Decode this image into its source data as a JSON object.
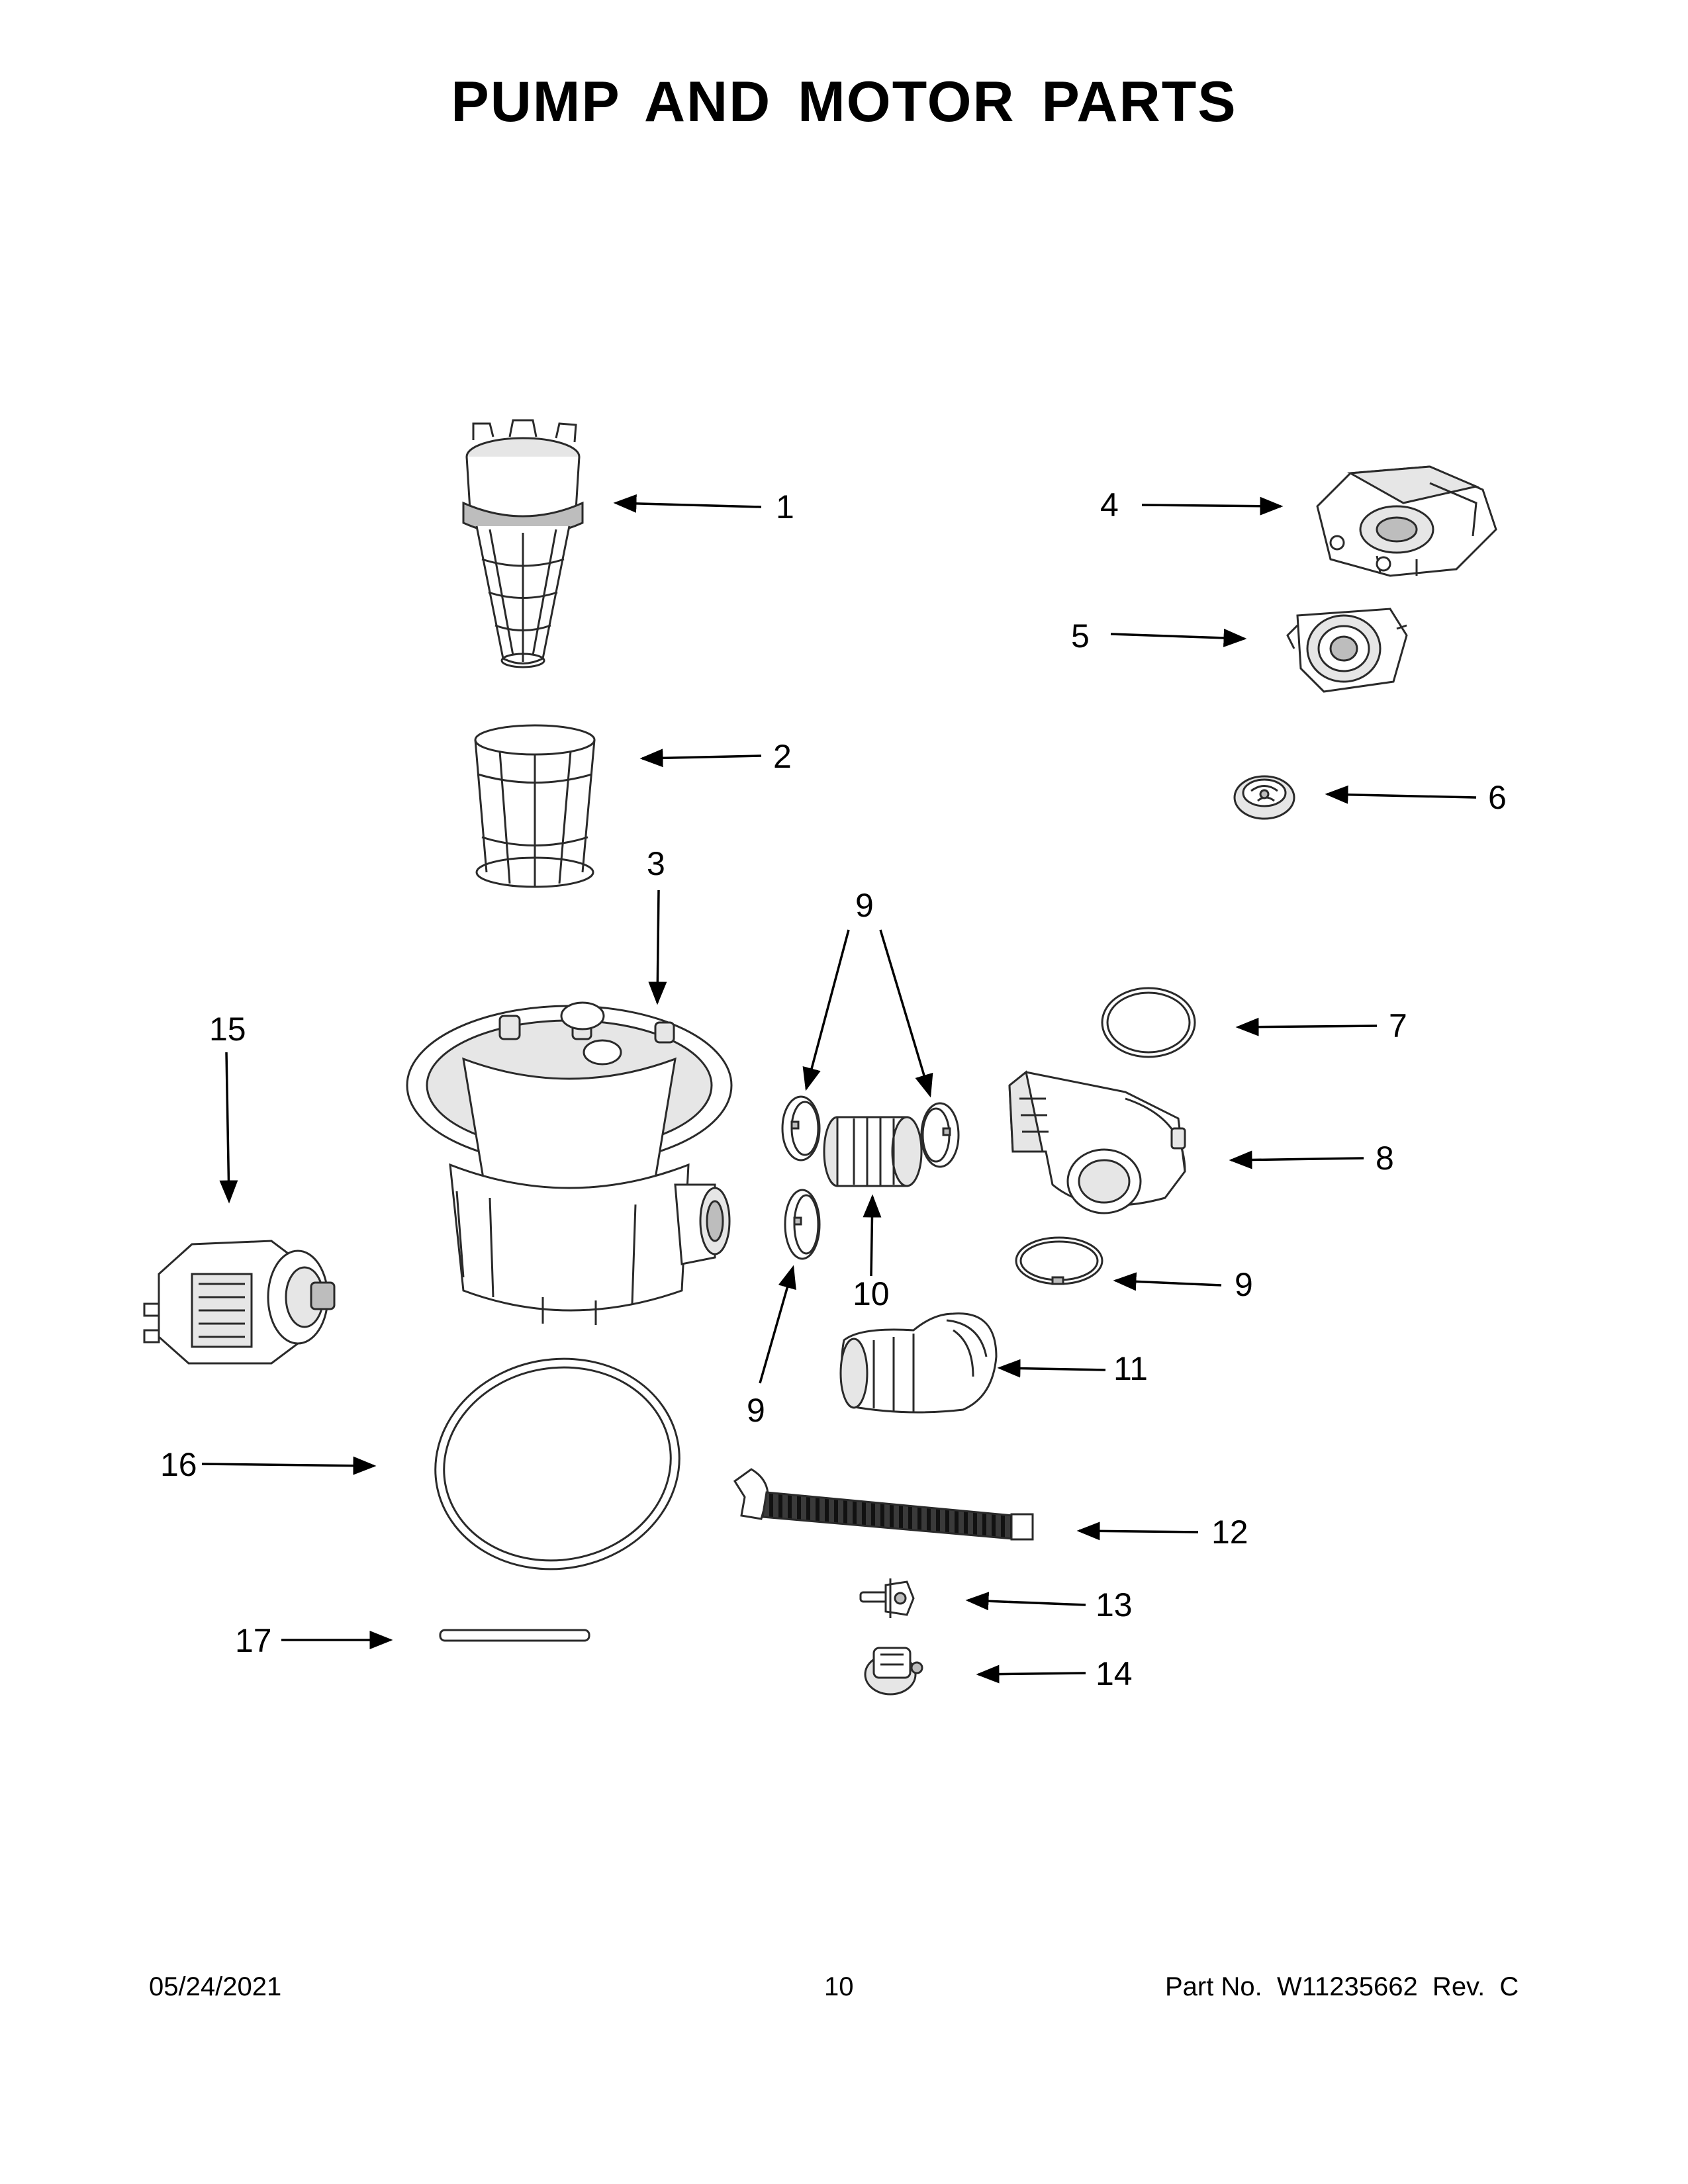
{
  "page": {
    "title": "PUMP AND MOTOR PARTS",
    "footer": {
      "date": "05/24/2021",
      "page_number": "10",
      "part_number": "Part No.  W11235662  Rev.  C"
    }
  },
  "callouts": [
    "1",
    "2",
    "3",
    "4",
    "5",
    "6",
    "7",
    "8",
    "9",
    "9",
    "9",
    "9",
    "10",
    "11",
    "12",
    "13",
    "14",
    "15",
    "16",
    "17"
  ],
  "colors": {
    "line": "#000000",
    "part_outline": "#2a2a2a",
    "background": "#ffffff"
  }
}
